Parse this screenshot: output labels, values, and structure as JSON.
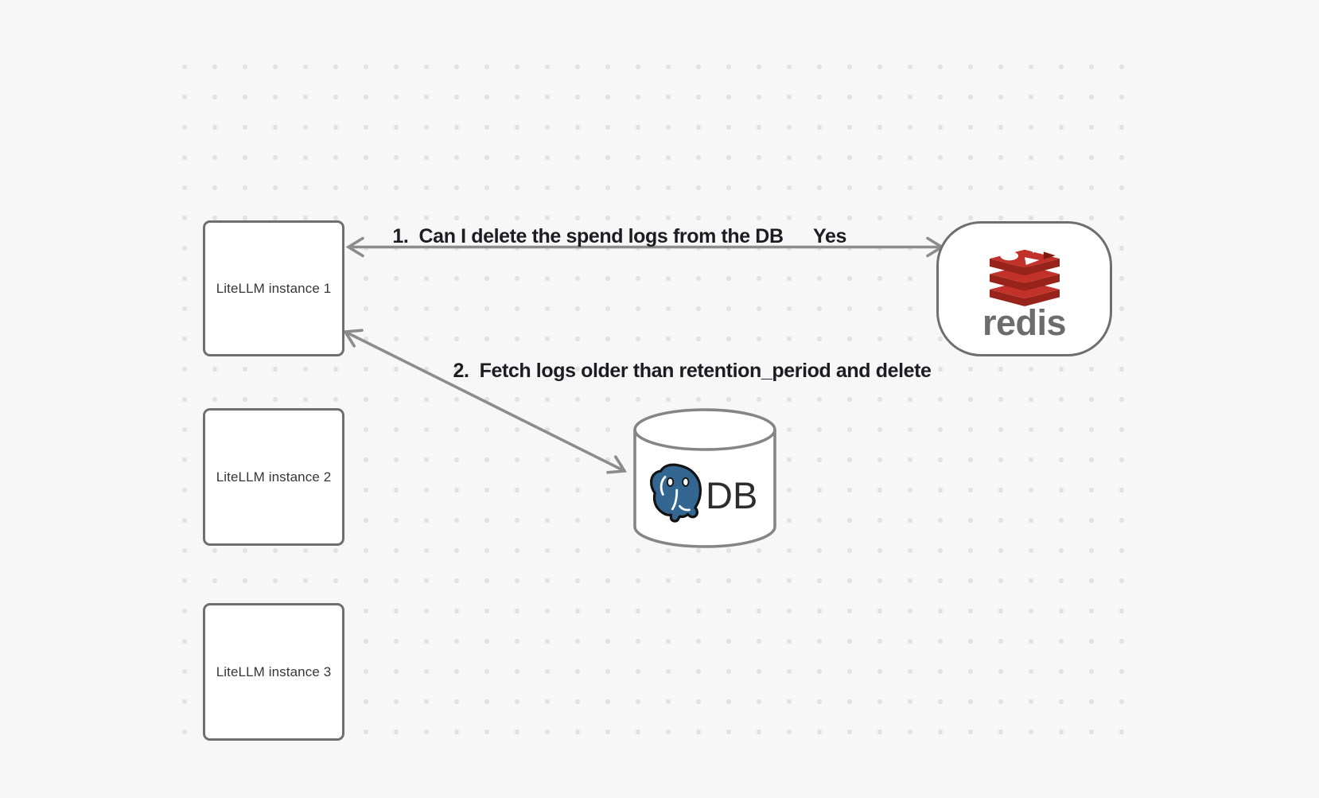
{
  "canvas": {
    "background_color": "#f7f7f7",
    "dot_color": "#e2e2e2"
  },
  "nodes": {
    "instance1": {
      "label": "LiteLLM instance 1"
    },
    "instance2": {
      "label": "LiteLLM instance 2"
    },
    "instance3": {
      "label": "LiteLLM instance 3"
    },
    "redis": {
      "label": "redis"
    },
    "db": {
      "label": "DB"
    }
  },
  "annotations": {
    "step1": "1.  Can I delete the spend logs from the DB",
    "step1_answer": "Yes",
    "step2": "2.  Fetch logs older than retention_period and delete"
  },
  "colors": {
    "arrow": "#8c8c8c",
    "node_border": "#6f6f6f",
    "label_text": "#1d1d1f",
    "redis_red": "#c2312a",
    "redis_dark_red": "#97231b",
    "redis_wordmark_gray": "#6c6c6c",
    "postgres_blue": "#336791",
    "db_text": "#2d2d2d"
  }
}
